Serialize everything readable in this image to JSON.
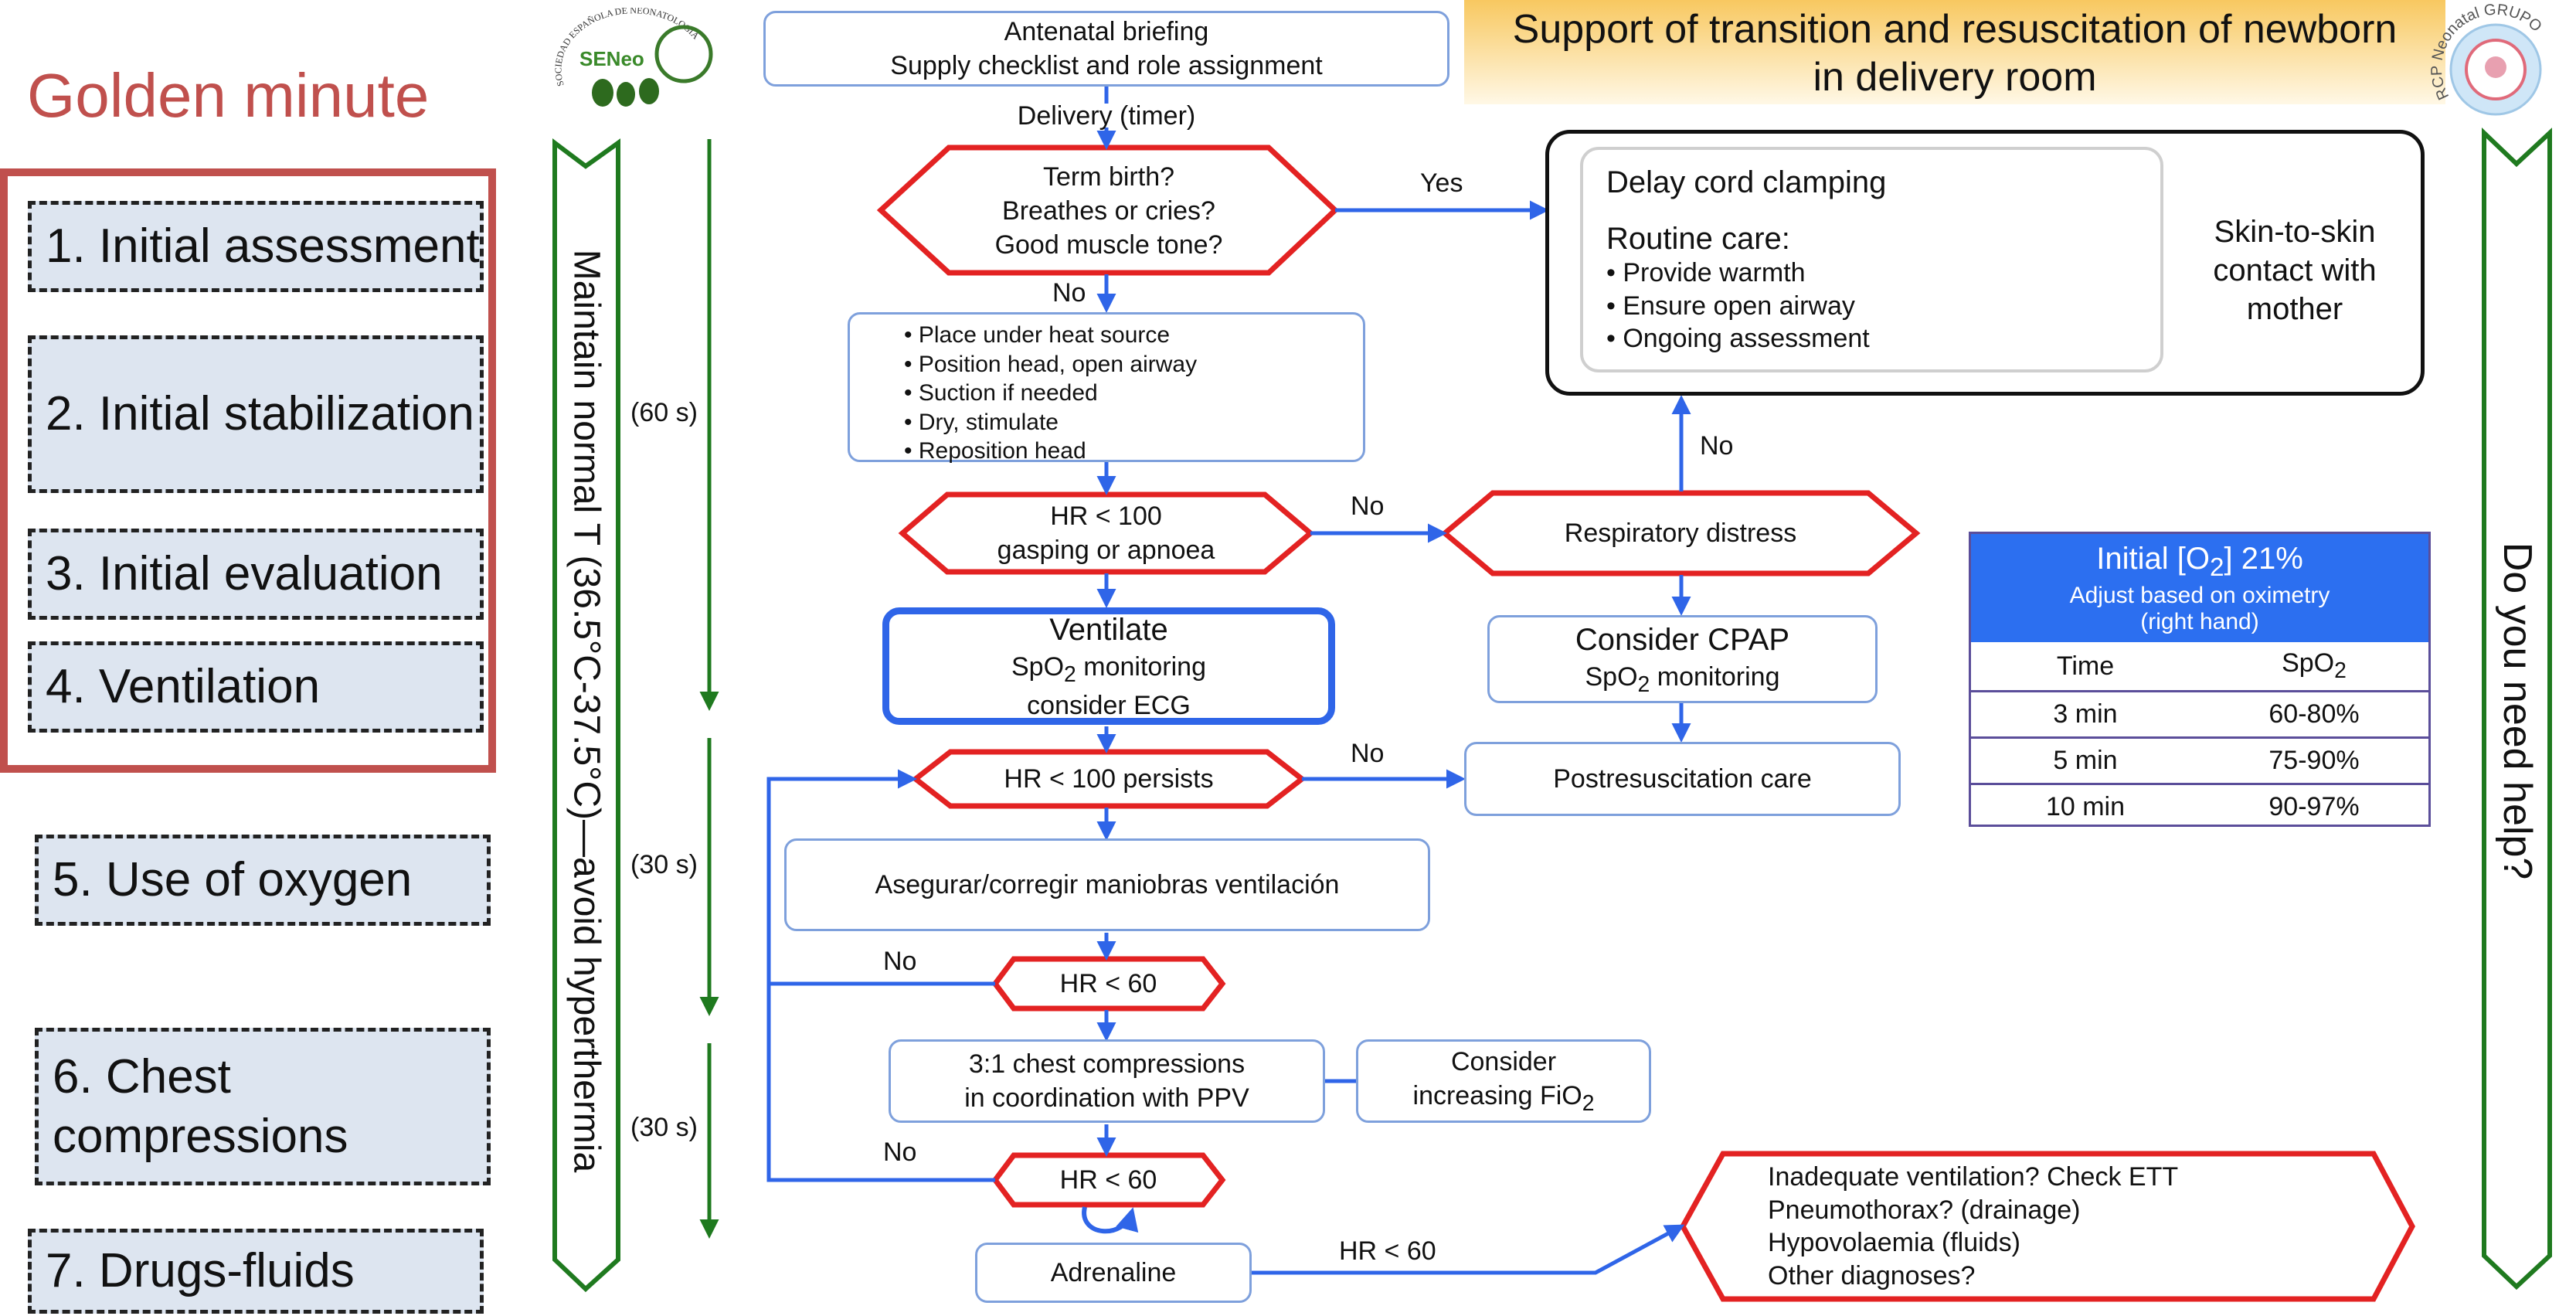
{
  "golden_minute": {
    "title": "Golden minute",
    "steps": [
      "1. Initial assessment",
      "2. Initial stabilization",
      "3. Initial evaluation",
      "4. Ventilation",
      "5. Use of oxygen",
      "6. Chest compressions",
      "7. Drugs-fluids"
    ]
  },
  "logos": {
    "seneo_text": "SENeo",
    "seneo_ring": "SOCIEDAD ESPAÑOLA DE NEONATOLOGÍA",
    "rcp_ring": "RCP Neonatal GRUPO"
  },
  "side_labels": {
    "left": "Maintain normal T (36.5°C-37.5°C)—avoid hyperthermia",
    "right": "Do you need help?"
  },
  "header": {
    "title_line1": "Support of transition and resuscitation of newborn",
    "title_line2": "in delivery room"
  },
  "timers": [
    "(60 s)",
    "(30 s)",
    "(30 s)"
  ],
  "flow": {
    "antenatal": {
      "line1": "Antenatal briefing",
      "line2": "Supply checklist and role assignment"
    },
    "delivery": "Delivery (timer)",
    "term_birth": {
      "line1": "Term birth?",
      "line2": "Breathes or cries?",
      "line3": "Good muscle tone?"
    },
    "yes": "Yes",
    "no_labels": [
      "No",
      "No",
      "No",
      "No",
      "No",
      "No"
    ],
    "stabilization_items": [
      "Place under heat source",
      "Position head, open airway",
      "Suction if needed",
      "Dry, stimulate",
      "Reposition head"
    ],
    "hr100": {
      "line1": "HR < 100",
      "line2": "gasping or apnoea"
    },
    "resp_distress": "Respiratory distress",
    "delay_cord": "Delay cord clamping",
    "routine_care": "Routine care:",
    "routine_items": [
      "Provide warmth",
      "Ensure open airway",
      "Ongoing assessment"
    ],
    "skin_to_skin": [
      "Skin-to-skin",
      "contact with",
      "mother"
    ],
    "ventilate": {
      "title": "Ventilate",
      "spo2": "SpO",
      "sub2": "2",
      "monitoring": " monitoring",
      "ecg": "consider ECG"
    },
    "cpap": {
      "title": "Consider CPAP",
      "spo2": "SpO",
      "sub2": "2",
      "monitoring": " monitoring"
    },
    "hr100_persists": "HR < 100 persists",
    "postresus": "Postresuscitation care",
    "asegurar": "Asegurar/corregir maniobras ventilación",
    "hr60": "HR < 60",
    "compressions": {
      "line1": "3:1 chest compressions",
      "line2": "in coordination with PPV"
    },
    "fio2": {
      "line1": "Consider",
      "line2": "increasing FiO",
      "sub2": "2"
    },
    "adrenaline": "Adrenaline",
    "hr60_arrow": "HR < 60",
    "inadequate": [
      "Inadequate ventilation? Check ETT",
      "Pneumothorax? (drainage)",
      "Hypovolaemia (fluids)",
      "Other diagnoses?"
    ]
  },
  "o2_table": {
    "title_pre": "Initial [O",
    "title_sub": "2",
    "title_post": "] 21%",
    "subtitle1": "Adjust based on oximetry",
    "subtitle2": "(right hand)",
    "col_time": "Time",
    "col_spo2": "SpO",
    "col_spo2_sub": "2",
    "rows": [
      {
        "time": "3 min",
        "spo2": "60-80%"
      },
      {
        "time": "5 min",
        "spo2": "75-90%"
      },
      {
        "time": "10 min",
        "spo2": "90-97%"
      }
    ]
  },
  "colors": {
    "blue": "#2f65e8",
    "red": "#e32222",
    "green": "#1f7a1f",
    "golden_red": "#c0504d",
    "step_fill": "#dde5f0",
    "table_header": "#2c6ff0",
    "banner": "#f8c860"
  }
}
